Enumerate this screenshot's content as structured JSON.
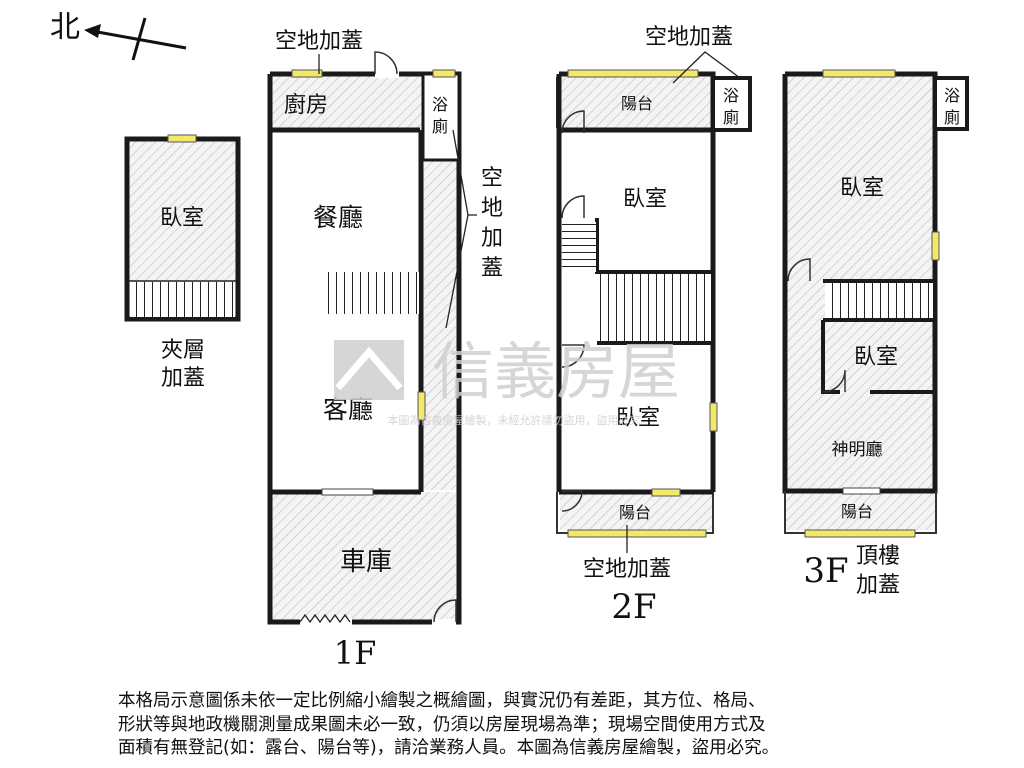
{
  "compass": {
    "label": "北"
  },
  "watermark": {
    "brand": "信義房屋",
    "notice": "本圖為信義房屋繪製，未經允許請勿盜用，盜用必究"
  },
  "annotations": {
    "addon_1f_top": "空地加蓋",
    "addon_1f_side": [
      "空",
      "地",
      "加",
      "蓋"
    ],
    "addon_2f_top": "空地加蓋",
    "addon_2f_bottom": "空地加蓋",
    "mezzanine": [
      "夾層",
      "加蓋"
    ],
    "roof_addon": [
      "頂樓",
      "加蓋"
    ]
  },
  "floors": {
    "mezzanine": {
      "rooms": {
        "bedroom": "臥室"
      }
    },
    "f1": {
      "label": "1F",
      "rooms": {
        "kitchen": "廚房",
        "bath": [
          "浴",
          "廁"
        ],
        "dining": "餐廳",
        "living": "客廳",
        "garage": "車庫"
      }
    },
    "f2": {
      "label": "2F",
      "rooms": {
        "balcony_top": "陽台",
        "bath": [
          "浴",
          "廁"
        ],
        "bedroom_front": "臥室",
        "bedroom_back": "臥室",
        "balcony_bottom": "陽台"
      }
    },
    "f3": {
      "label": "3F",
      "rooms": {
        "bath": [
          "浴",
          "廁"
        ],
        "bedroom_large": "臥室",
        "bedroom_small": "臥室",
        "shrine": "神明廳",
        "balcony": "陽台"
      }
    }
  },
  "disclaimer": [
    "本格局示意圖係未依一定比例縮小繪製之概繪圖，與實況仍有差距，其方位、格局、",
    "形狀等與地政機關測量成果圖未必一致，仍須以房屋現場為準；現場空間使用方式及",
    "面積有無登記(如：露台、陽台等)，請洽業務人員。本圖為信義房屋繪製，盜用必究。"
  ],
  "colors": {
    "wall": "#1a1a1a",
    "window": "#f2e96a",
    "hatch": "#b9b9b9",
    "watermark": "#d0d0d0"
  }
}
